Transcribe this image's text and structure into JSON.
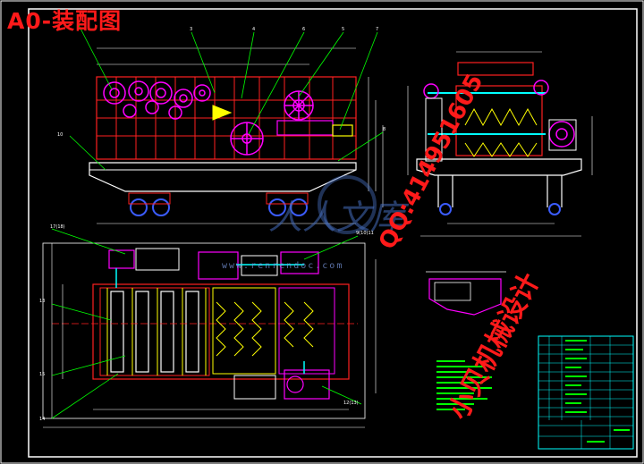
{
  "title": "A0-装配图",
  "watermark": {
    "qq": "QQ:414951605",
    "designer": "小贝机械设计",
    "brand": "人人文库",
    "url": "www.renrendoc.com"
  },
  "callouts": {
    "n3": "3",
    "n4": "4",
    "n5": "5",
    "n6": "6",
    "n7": "7",
    "n8": "8",
    "n10": "10",
    "n13": "13",
    "n14": "14",
    "n15": "15",
    "n17": "17(18)",
    "n12": "12(13)",
    "n11": "9(10)11"
  },
  "colors": {
    "frame": "#ffffff",
    "line": "#ff2020",
    "part": "#ffff00",
    "machine": "#ff00ff",
    "shaft": "#00ffff",
    "wheel": "#3b5cff",
    "leader": "#00ff00",
    "title_table": "#00ffff"
  }
}
